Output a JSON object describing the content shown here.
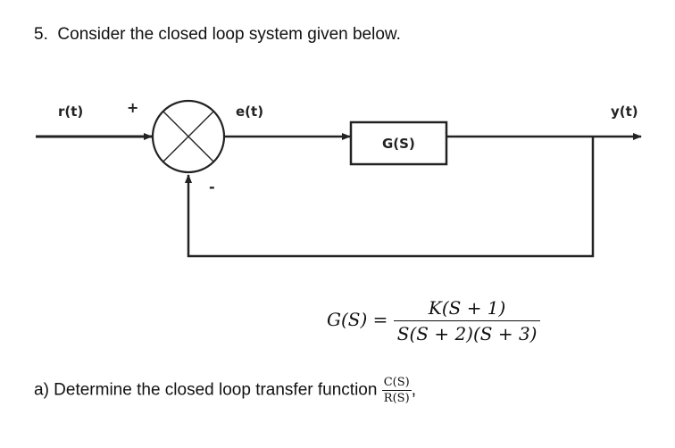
{
  "question": {
    "number": "5.",
    "text": "Consider the closed loop system given below."
  },
  "diagram": {
    "input_label": "r(t)",
    "plus_sign": "+",
    "minus_sign": "-",
    "error_label": "e(t)",
    "block_label": "G(S)",
    "output_label": "y(t)"
  },
  "equation": {
    "lhs": "G(S) =",
    "numerator": "K(S + 1)",
    "denominator": "S(S + 2)(S + 3)"
  },
  "part_a": {
    "text": "a) Determine the closed loop transfer function",
    "frac_num": "C(S)",
    "frac_den": "R(S)",
    "trailing": ","
  }
}
